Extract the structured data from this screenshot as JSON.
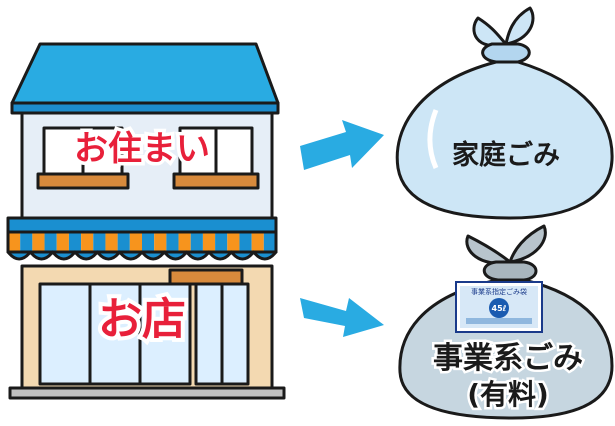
{
  "building": {
    "residence_label": "お住まい",
    "shop_label": "お店"
  },
  "bags": {
    "household": {
      "label": "家庭ごみ"
    },
    "business": {
      "label_line1": "事業系ごみ",
      "label_line2": "(有料)",
      "sticker_header": "事業系指定ごみ袋",
      "sticker_number": "45ℓ"
    }
  },
  "colors": {
    "roof": "#29abe2",
    "wall": "#e6eef7",
    "awning_blue": "#1a8fd0",
    "awning_orange": "#f7941d",
    "window_brown": "#d88a3c",
    "arrow": "#29abe2",
    "label_red": "#e8203a",
    "bag_fill": "#cde6f6"
  }
}
